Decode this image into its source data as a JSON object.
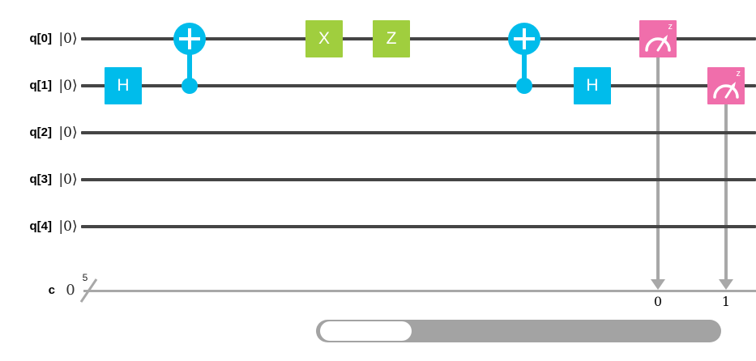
{
  "circuit": {
    "qubits": [
      {
        "label": "q[0]",
        "ket": "|0⟩"
      },
      {
        "label": "q[1]",
        "ket": "|0⟩"
      },
      {
        "label": "q[2]",
        "ket": "|0⟩"
      },
      {
        "label": "q[3]",
        "ket": "|0⟩"
      },
      {
        "label": "q[4]",
        "ket": "|0⟩"
      }
    ],
    "classical": {
      "label": "c",
      "initial": "0",
      "size": "5"
    },
    "gates": {
      "h1": {
        "type": "H",
        "label": "H",
        "qubit": "q[1]"
      },
      "cnot1": {
        "type": "CX",
        "control": "q[1]",
        "target": "q[0]"
      },
      "x": {
        "type": "X",
        "label": "X",
        "qubit": "q[0]"
      },
      "z": {
        "type": "Z",
        "label": "Z",
        "qubit": "q[0]"
      },
      "cnot2": {
        "type": "CX",
        "control": "q[1]",
        "target": "q[0]"
      },
      "h2": {
        "type": "H",
        "label": "H",
        "qubit": "q[1]"
      },
      "measure0": {
        "type": "measure",
        "basis": "z",
        "qubit": "q[0]",
        "bit": "0"
      },
      "measure1": {
        "type": "measure",
        "basis": "z",
        "qubit": "q[1]",
        "bit": "1"
      }
    },
    "colors": {
      "gate_cyan": "#00bceb",
      "gate_green": "#a0ce3e",
      "gate_pink": "#f06eab",
      "quantum_wire": "#454545",
      "classical_wire": "#a8a8a8",
      "scrollbar_track": "#a3a3a3"
    }
  }
}
